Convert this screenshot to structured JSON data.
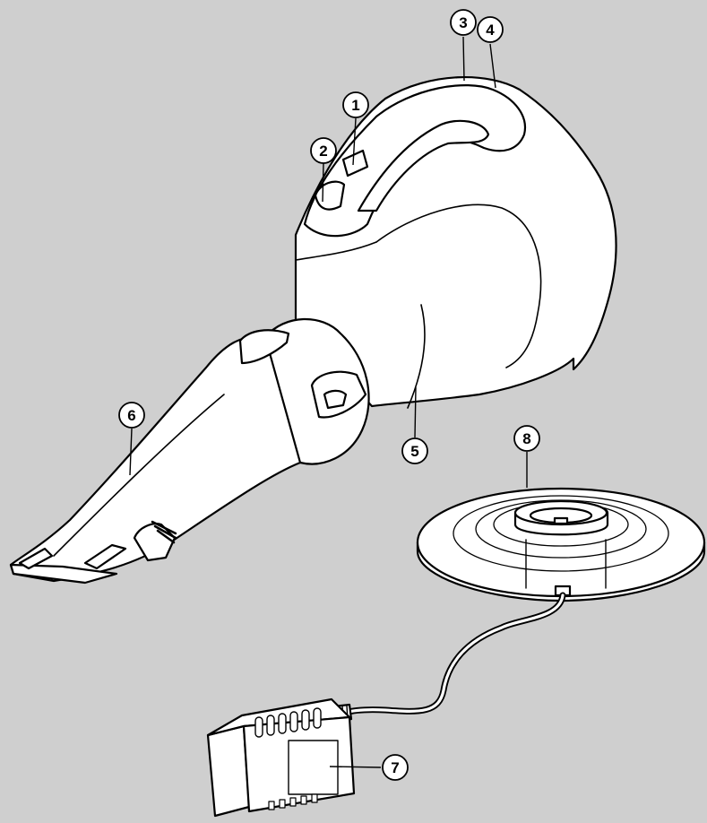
{
  "colors": {
    "background": "#cfcfcf",
    "body": "#ffffff",
    "outline": "#000000"
  },
  "callouts": [
    {
      "id": "1",
      "label": "1"
    },
    {
      "id": "2",
      "label": "2"
    },
    {
      "id": "3",
      "label": "3"
    },
    {
      "id": "4",
      "label": "4"
    },
    {
      "id": "5",
      "label": "5"
    },
    {
      "id": "6",
      "label": "6"
    },
    {
      "id": "7",
      "label": "7"
    },
    {
      "id": "8",
      "label": "8"
    }
  ]
}
